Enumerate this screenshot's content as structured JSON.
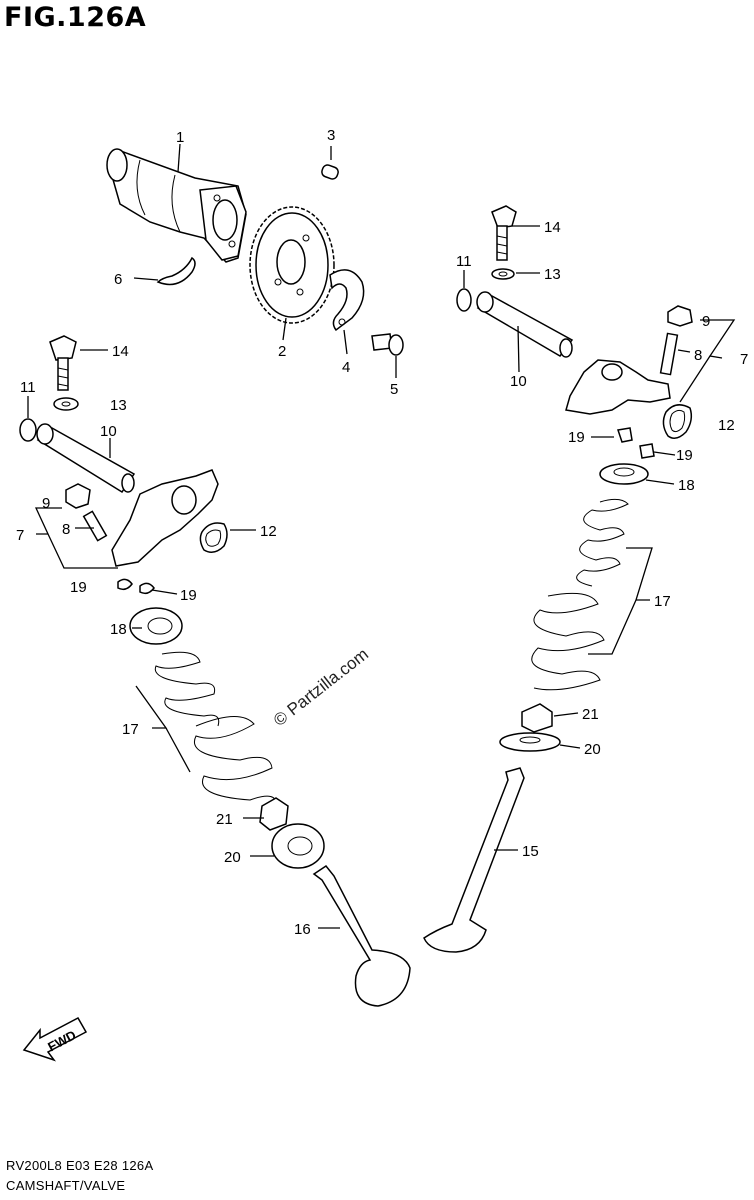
{
  "figure_title": "FIG.126A",
  "footer": {
    "model_line": "RV200L8  E03  E28  126A",
    "section_name": "CAMSHAFT/VALVE"
  },
  "watermark": "© Partzilla.com",
  "direction_label": "FWD",
  "callouts": {
    "c1": "1",
    "c2": "2",
    "c3": "3",
    "c4": "4",
    "c5": "5",
    "c6": "6",
    "c7a": "7",
    "c7b": "7",
    "c8a": "8",
    "c8b": "8",
    "c9a": "9",
    "c9b": "9",
    "c10a": "10",
    "c10b": "10",
    "c11a": "11",
    "c11b": "11",
    "c12a": "12",
    "c12b": "12",
    "c13a": "13",
    "c13b": "13",
    "c14a": "14",
    "c14b": "14",
    "c15": "15",
    "c16": "16",
    "c17a": "17",
    "c17b": "17",
    "c18a": "18",
    "c18b": "18",
    "c19a": "19",
    "c19b": "19",
    "c19c": "19",
    "c19d": "19",
    "c20a": "20",
    "c20b": "20",
    "c21a": "21",
    "c21b": "21"
  }
}
